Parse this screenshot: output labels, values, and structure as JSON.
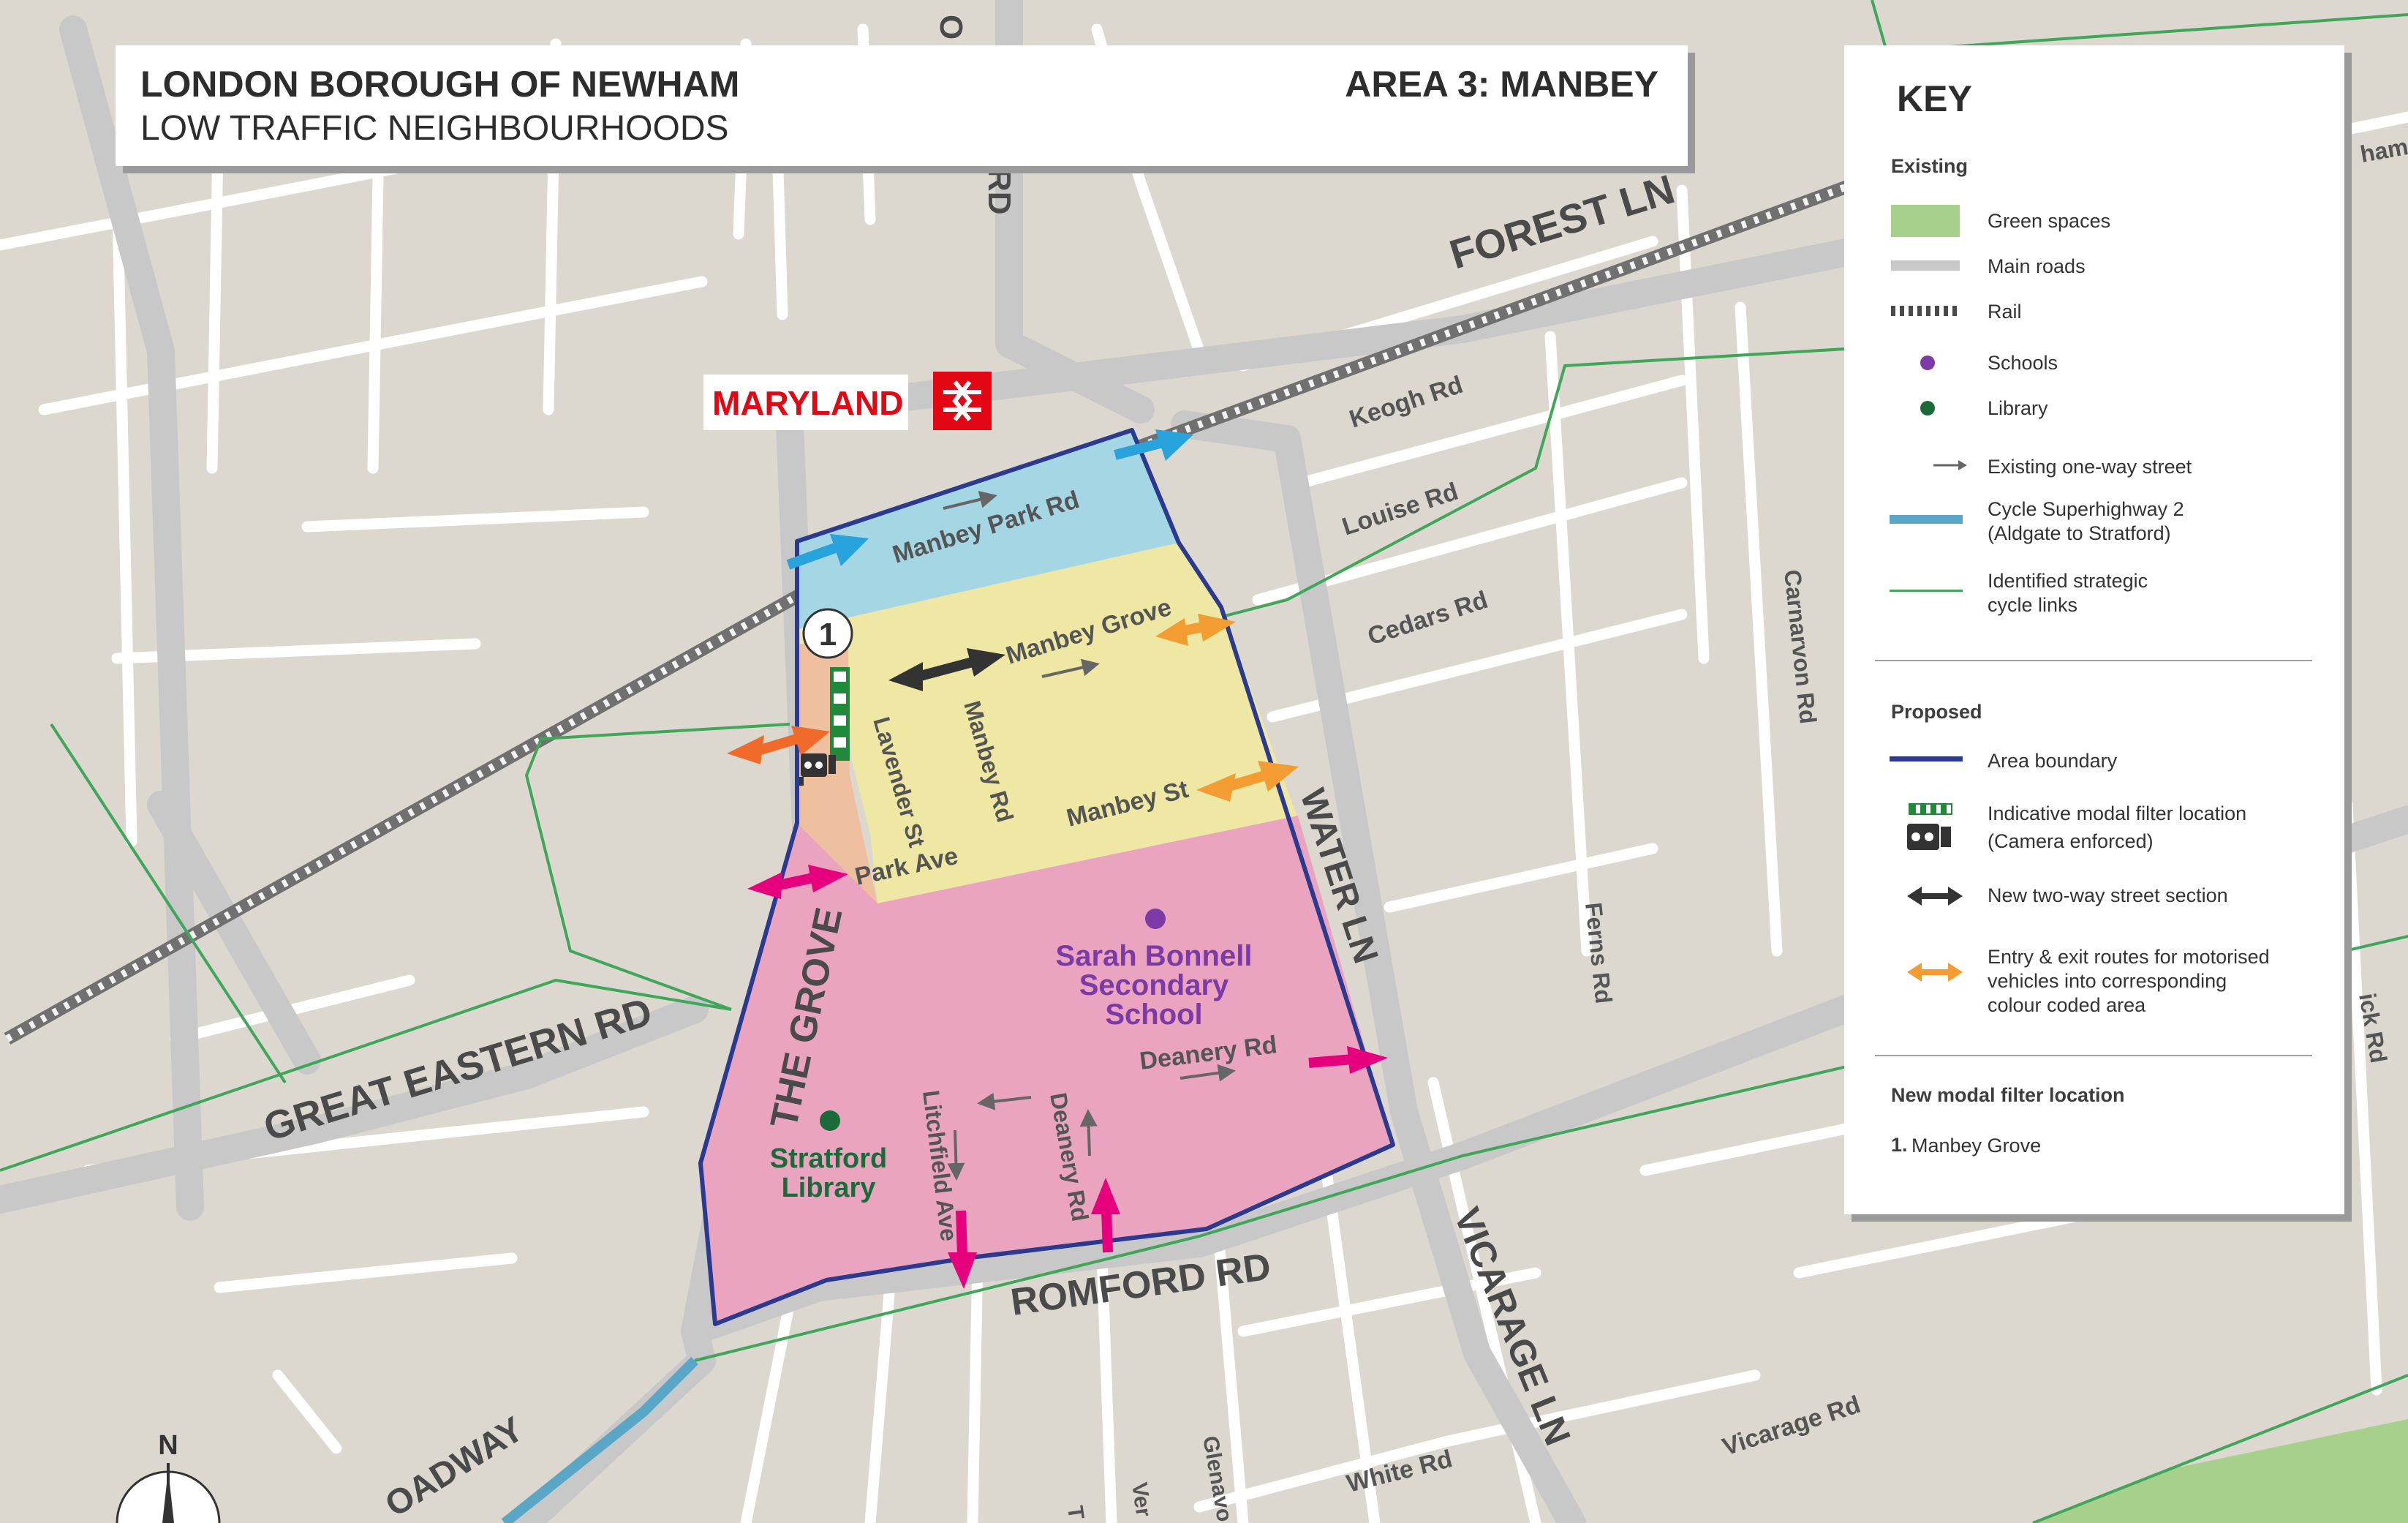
{
  "title": {
    "main": "LONDON BOROUGH OF NEWHAM",
    "sub": "LOW TRAFFIC NEIGHBOURHOODS",
    "area": "AREA 3: MANBEY"
  },
  "station": {
    "name": "MARYLAND",
    "icon": "national-rail-icon"
  },
  "compass": {
    "label": "N",
    "icon": "north-arrow-icon"
  },
  "colors": {
    "background": "#dcd8d0",
    "minor_road": "#ffffff",
    "main_road": "#c8c8c8",
    "green_space": "#a8d08d",
    "area_boundary": "#2b3a8f",
    "zone_blue": "#a4d6e4",
    "zone_yellow": "#efe8a4",
    "zone_peach": "#efc0a0",
    "zone_pink": "#eaa4c0",
    "school": "#7b3aa6",
    "library": "#1a6a3a",
    "cycle_superhighway": "#5aa6c6",
    "cycle_link": "#3fa65a",
    "arrow_blue": "#29a3dc",
    "arrow_orange": "#f39c32",
    "arrow_red_orange": "#f06a2a",
    "arrow_magenta": "#e6007e",
    "two_way": "#333333",
    "one_way": "#666666",
    "station_red": "#e30613"
  },
  "labels": {
    "roads": {
      "forest_ln": "FOREST LN",
      "great_eastern_rd": "GREAT EASTERN  RD",
      "romford_rd": "ROMFORD RD",
      "the_grove": "THE GROVE",
      "water_ln": "WATER LN",
      "vicarage_ln": "VICARAGE LN",
      "broadway_fragment": "OADWAY",
      "top_road_fragment_1": "RD",
      "top_road_fragment_2": "O",
      "keogh_rd": "Keogh Rd",
      "louise_rd": "Louise Rd",
      "cedars_rd": "Cedars Rd",
      "carnarvon_rd": "Carnarvon Rd",
      "ferns_rd": "Ferns Rd",
      "vicarage_rd": "Vicarage Rd",
      "white_rd": "White Rd",
      "glenavon_fragment": "Glenavo",
      "ver_fragment": "Ver",
      "t_fragment": "T",
      "ham_fragment": "ham",
      "ick_rd_fragment": "ick Rd"
    },
    "streets": {
      "manbey_park_rd": "Manbey Park Rd",
      "manbey_grove": "Manbey Grove",
      "manbey_rd": "Manbey Rd",
      "lavender_st": "Lavender St",
      "manbey_st": "Manbey St",
      "park_ave": "Park Ave",
      "deanery_rd": "Deanery Rd",
      "deanery_rd_vertical": "Deanery Rd",
      "litchfield_ave": "Litchfield Ave"
    },
    "places": {
      "school_line1": "Sarah Bonnell",
      "school_line2": "Secondary",
      "school_line3": "School",
      "library_line1": "Stratford",
      "library_line2": "Library"
    },
    "filter_number": "1"
  },
  "key": {
    "title": "KEY",
    "existing_heading": "Existing",
    "existing": [
      {
        "label": "Green spaces",
        "symbol": "green-swatch"
      },
      {
        "label": "Main roads",
        "symbol": "grey-line"
      },
      {
        "label": "Rail",
        "symbol": "dashed-rail"
      },
      {
        "label": "Schools",
        "symbol": "purple-dot"
      },
      {
        "label": "Library",
        "symbol": "green-dot"
      },
      {
        "label": "Existing one-way street",
        "symbol": "grey-arrow"
      },
      {
        "label": "Cycle Superhighway 2",
        "label2": "(Aldgate to Stratford)",
        "symbol": "blue-line"
      },
      {
        "label": "Identified strategic",
        "label2": "cycle links",
        "symbol": "green-line"
      }
    ],
    "proposed_heading": "Proposed",
    "proposed": [
      {
        "label": "Area boundary",
        "symbol": "navy-line"
      },
      {
        "label": "Indicative modal filter location",
        "label2": "(Camera enforced)",
        "symbol": "filter-camera"
      },
      {
        "label": "New two-way street section",
        "symbol": "double-arrow"
      },
      {
        "label": "Entry & exit routes for motorised",
        "label2": "vehicles into corresponding",
        "label3": "colour coded area",
        "symbol": "orange-double-arrow"
      }
    ],
    "new_filter_heading": "New modal filter location",
    "new_filter_number": "1.",
    "new_filter_label": "Manbey Grove"
  }
}
